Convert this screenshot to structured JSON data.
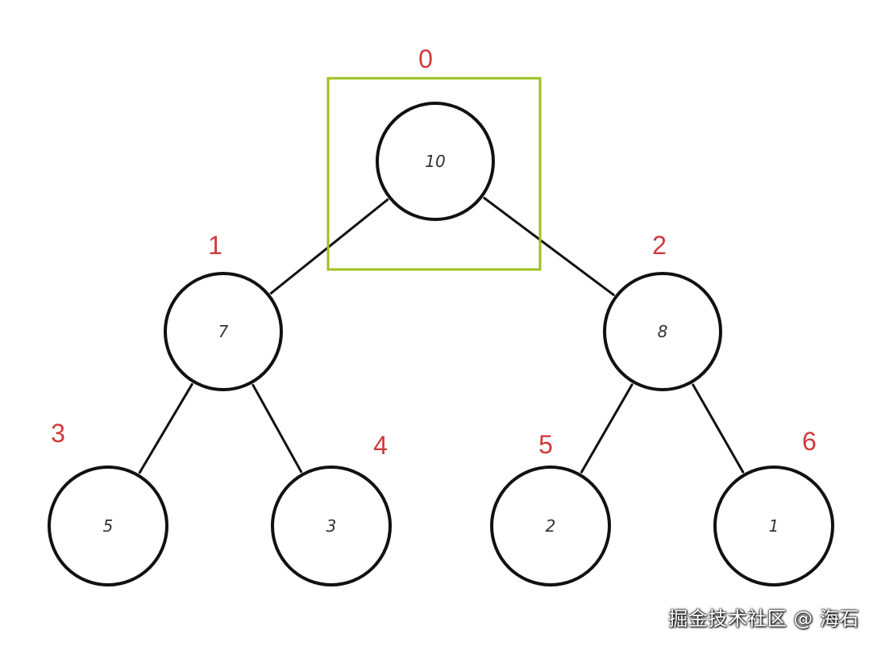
{
  "colors": {
    "highlight": "#9dc11e",
    "index_label": "#d03a3a",
    "stroke": "#111111"
  },
  "nodes": [
    {
      "index": "0",
      "value": "10"
    },
    {
      "index": "1",
      "value": "7"
    },
    {
      "index": "2",
      "value": "8"
    },
    {
      "index": "3",
      "value": "5"
    },
    {
      "index": "4",
      "value": "3"
    },
    {
      "index": "5",
      "value": "2"
    },
    {
      "index": "6",
      "value": "1"
    }
  ],
  "edges": [
    [
      0,
      1
    ],
    [
      0,
      2
    ],
    [
      1,
      3
    ],
    [
      1,
      4
    ],
    [
      2,
      5
    ],
    [
      2,
      6
    ]
  ],
  "highlighted_node": 0,
  "watermark": "掘金技术社区 @ 海石"
}
